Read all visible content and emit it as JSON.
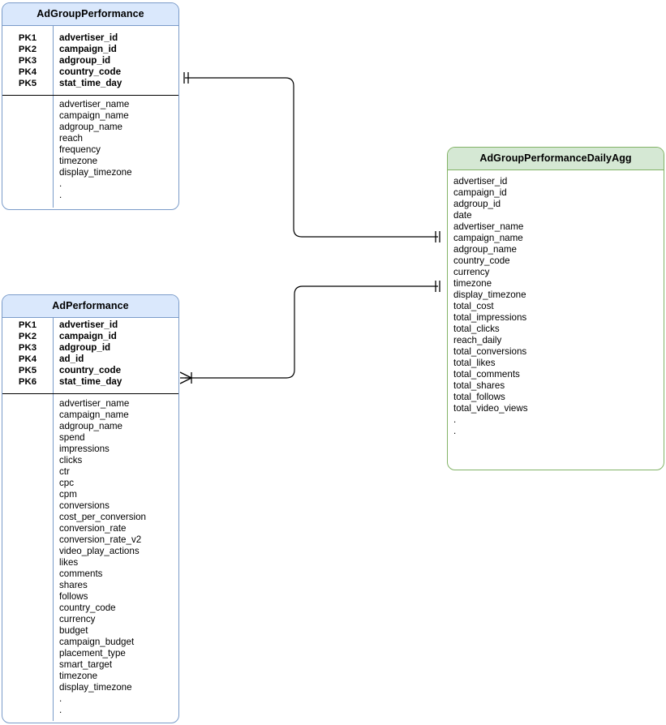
{
  "diagram": {
    "title": "Entity relationship diagram",
    "background_color": "#ffffff",
    "colors": {
      "blue_header": "#dae8fc",
      "blue_border": "#7a9bc9",
      "green_header": "#d5e8d4",
      "green_border": "#82b366",
      "connector": "#000000"
    }
  },
  "entities": [
    {
      "id": "adgroup_performance",
      "title": "AdGroupPerformance",
      "theme": "blue",
      "primary_keys": [
        {
          "key": "PK1",
          "name": "advertiser_id"
        },
        {
          "key": "PK2",
          "name": "campaign_id"
        },
        {
          "key": "PK3",
          "name": "adgroup_id"
        },
        {
          "key": "PK4",
          "name": "country_code"
        },
        {
          "key": "PK5",
          "name": "stat_time_day"
        }
      ],
      "attributes": [
        "advertiser_name",
        "campaign_name",
        "adgroup_name",
        "reach",
        "frequency",
        "timezone",
        "display_timezone",
        ".",
        "."
      ]
    },
    {
      "id": "ad_performance",
      "title": "AdPerformance",
      "theme": "blue",
      "primary_keys": [
        {
          "key": "PK1",
          "name": "advertiser_id"
        },
        {
          "key": "PK2",
          "name": "campaign_id"
        },
        {
          "key": "PK3",
          "name": "adgroup_id"
        },
        {
          "key": "PK4",
          "name": "ad_id"
        },
        {
          "key": "PK5",
          "name": "country_code"
        },
        {
          "key": "PK6",
          "name": "stat_time_day"
        }
      ],
      "attributes": [
        "advertiser_name",
        "campaign_name",
        "adgroup_name",
        "spend",
        "impressions",
        "clicks",
        "ctr",
        "cpc",
        "cpm",
        "conversions",
        "cost_per_conversion",
        "conversion_rate",
        "conversion_rate_v2",
        "video_play_actions",
        "likes",
        "comments",
        "shares",
        "follows",
        "country_code",
        "currency",
        "budget",
        "campaign_budget",
        "placement_type",
        "smart_target",
        "timezone",
        "display_timezone",
        ".",
        "."
      ]
    },
    {
      "id": "adgroup_performance_daily_agg",
      "title": "AdGroupPerformanceDailyAgg",
      "theme": "green",
      "primary_keys": [],
      "attributes": [
        "advertiser_id",
        "campaign_id",
        "adgroup_id",
        "date",
        "advertiser_name",
        "campaign_name",
        "adgroup_name",
        "country_code",
        "currency",
        "timezone",
        "display_timezone",
        "total_cost",
        "total_impressions",
        "total_clicks",
        "reach_daily",
        "total_conversions",
        "total_likes",
        "total_comments",
        "total_shares",
        "total_follows",
        "total_video_views",
        ".",
        "."
      ]
    }
  ],
  "relationships": [
    {
      "id": "rel-adgroup-to-agg",
      "from": "adgroup_performance",
      "to": "adgroup_performance_daily_agg",
      "from_cardinality": "one-and-only-one",
      "to_cardinality": "one-and-only-one"
    },
    {
      "id": "rel-ad-to-agg",
      "from": "ad_performance",
      "to": "adgroup_performance_daily_agg",
      "from_cardinality": "many",
      "to_cardinality": "one-and-only-one"
    }
  ]
}
